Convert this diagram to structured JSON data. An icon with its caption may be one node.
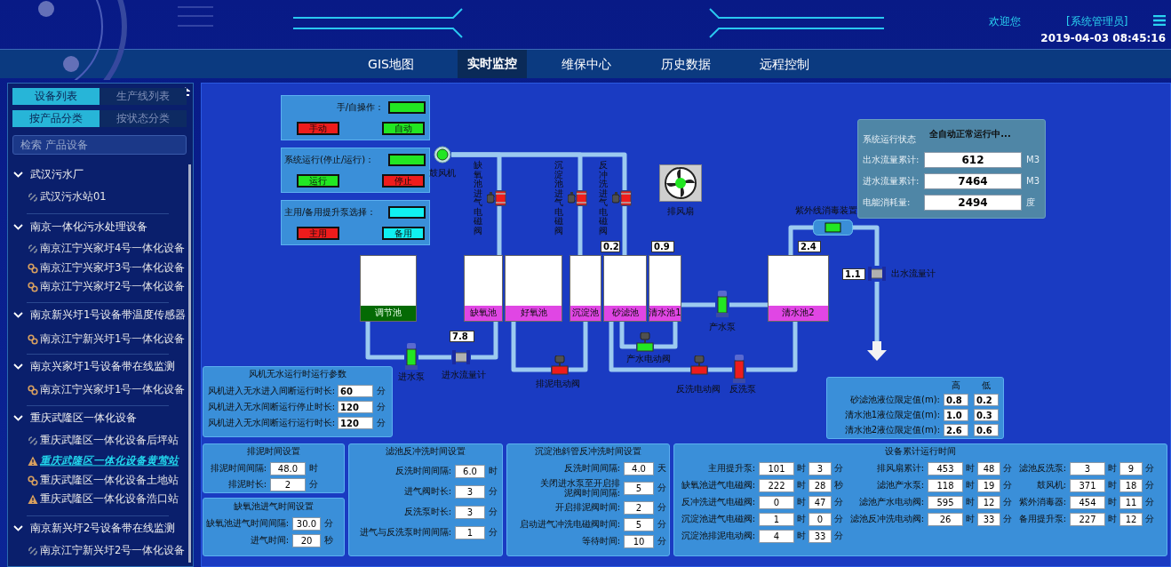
{
  "diagram": {
    "nodes": [
      {
        "text": [
          "调节池"
        ]
      },
      {
        "text": [
          "缺氧池"
        ]
      },
      {
        "text": [
          "好氧池"
        ]
      },
      {
        "text": [
          "沉淀池"
        ]
      },
      {
        "text": [
          "砂滤池"
        ]
      },
      {
        "text": [
          "清水池1"
        ]
      },
      {
        "text": [
          "清水池2"
        ]
      },
      {
        "text": [],
        "shape": "picture",
        "beside": [
          "鼓风机"
        ]
      },
      {
        "text": [],
        "shape": "picture",
        "beside": [
          "缺氧池进气电磁阀"
        ]
      },
      {
        "text": [],
        "shape": "picture",
        "beside": [
          "沉淀池进气电磁阀"
        ]
      },
      {
        "text": [],
        "shape": "picture",
        "beside": [
          "反冲洗进气电磁阀"
        ]
      },
      {
        "text": [],
        "shape": "picture",
        "beside": [
          "排风扇"
        ]
      },
      {
        "text": [],
        "shape": "picture",
        "beside": [
          "进水泵"
        ]
      },
      {
        "text": [],
        "shape": "picture",
        "beside": [
          "进水流量计"
        ]
      },
      {
        "text": [],
        "shape": "picture",
        "beside": [
          "排泥电动阀"
        ]
      },
      {
        "text": [],
        "shape": "picture",
        "beside": [
          "产水电动阀"
        ]
      },
      {
        "text": [],
        "shape": "picture",
        "beside": [
          "产水泵"
        ]
      },
      {
        "text": [],
        "shape": "picture",
        "beside": [
          "反洗电动阀"
        ]
      },
      {
        "text": [],
        "shape": "picture",
        "beside": [
          "反洗泵"
        ]
      },
      {
        "text": [],
        "shape": "picture",
        "beside": [
          "紫外线消毒装置"
        ]
      },
      {
        "text": [],
        "shape": "picture",
        "beside": [
          "出水流量计"
        ]
      }
    ],
    "edges": [
      {
        "from": 0,
        "to": 12,
        "arrow": "none"
      },
      {
        "from": 12,
        "to": 13,
        "arrow": "none"
      },
      {
        "from": 13,
        "to": 1,
        "arrow": "none"
      },
      {
        "from": 2,
        "to": 14,
        "arrow": "none"
      },
      {
        "from": 3,
        "to": 14,
        "arrow": "none"
      },
      {
        "from": 4,
        "to": 15,
        "arrow": "none"
      },
      {
        "from": 15,
        "to": 5,
        "arrow": "none"
      },
      {
        "from": 5,
        "to": 16,
        "arrow": "none"
      },
      {
        "from": 16,
        "to": 6,
        "arrow": "none"
      },
      {
        "from": 6,
        "to": 18,
        "arrow": "none"
      },
      {
        "from": 18,
        "to": 17,
        "arrow": "none"
      },
      {
        "from": 17,
        "to": 4,
        "arrow": "none"
      },
      {
        "from": 6,
        "to": 19,
        "arrow": "none"
      },
      {
        "from": 19,
        "to": 20,
        "arrow": "none"
      },
      {
        "from": 20,
        "to": null,
        "arrow": "to"
      },
      {
        "from": 7,
        "to": 8,
        "arrow": "none"
      },
      {
        "from": 7,
        "to": 9,
        "arrow": "none"
      },
      {
        "from": 7,
        "to": 10,
        "arrow": "none"
      },
      {
        "from": 8,
        "to": 1,
        "arrow": "none"
      },
      {
        "from": 9,
        "to": 3,
        "arrow": "none"
      },
      {
        "from": 10,
        "to": 4,
        "arrow": "none"
      }
    ],
    "labels": [
      "欢迎您",
      "[系统管理员]",
      "2019-04-03 08:45:16",
      "GIS地图",
      "实时监控",
      "维保中心",
      "历史数据",
      "远程控制",
      "设备列表",
      "生产线列表",
      "按产品分类",
      "按状态分类",
      "检索 产品设备",
      "武汉污水厂",
      "武汉污水站01",
      "南京一体化污水处理设备",
      "南京江宁兴家圩4号一体化设备",
      "南京江宁兴家圩3号一体化设备",
      "南京江宁兴家圩2号一体化设备",
      "南京新兴圩1号设备带温度传感器",
      "南京江宁新兴圩1号一体化设备",
      "南京兴家圩1号设备带在线监测",
      "南京江宁兴家圩1号一体化设备",
      "重庆武隆区一体化设备",
      "重庆武隆区一体化设备后坪站",
      "重庆武隆区一体化设备黄莺站",
      "重庆武隆区一体化设备土地站",
      "重庆武隆区一体化设备浩口站",
      "南京新兴圩2号设备带在线监测",
      "南京江宁新兴圩2号一体化设备",
      "手/自操作：",
      "手动",
      "自动",
      "系统运行(停止/运行)：",
      "运行",
      "停止",
      "主用/备用提升泵选择：",
      "主用",
      "备用",
      "7.8",
      "0.2",
      "0.9",
      "2.4",
      "1.1",
      "系统运行状态",
      "全自动正常运行中...",
      "出水流量累计:",
      "612",
      "M3",
      "进水流量累计:",
      "7464",
      "M3",
      "电能消耗量:",
      "2494",
      "度",
      "风机无水运行时运行参数",
      "风机进入无水进入间断运行时长:",
      "60",
      "分",
      "风机进入无水间断运行停止时长:",
      "120",
      "分",
      "风机进入无水间断运行运行时长:",
      "120",
      "分",
      "高",
      "低",
      "砂滤池液位限定值(m):",
      "0.8",
      "0.2",
      "清水池1液位限定值(m):",
      "1.0",
      "0.3",
      "清水池2液位限定值(m):",
      "2.6",
      "0.6",
      "排泥时间设置",
      "排泥时间间隔:",
      "48.0",
      "时",
      "排泥时长:",
      "2",
      "分",
      "缺氧池进气时间设置",
      "缺氧池进气时间间隔:",
      "30.0",
      "分",
      "进气时间:",
      "20",
      "秒",
      "滤池反冲洗时间设置",
      "反洗时间间隔:",
      "6.0",
      "时",
      "进气阀时长:",
      "3",
      "分",
      "反洗泵时长:",
      "3",
      "分",
      "进气与反洗泵时间间隔:",
      "1",
      "分",
      "沉淀池斜管反冲洗时间设置",
      "反洗时间间隔:",
      "4.0",
      "天",
      "关闭进水泵至开启排泥阀时间间隔:",
      "5",
      "分",
      "开启排泥阀时间:",
      "2",
      "分",
      "启动进气冲洗电磁阀时间:",
      "5",
      "分",
      "等待时间:",
      "10",
      "分",
      "设备累计运行时间",
      "主用提升泵:",
      "101",
      "时",
      "3",
      "分",
      "排风扇累计:",
      "453",
      "时",
      "48",
      "分",
      "滤池反洗泵:",
      "3",
      "时",
      "9",
      "分",
      "缺氧池进气电磁阀:",
      "222",
      "时",
      "28",
      "秒",
      "滤池产水泵:",
      "118",
      "时",
      "19",
      "分",
      "鼓风机:",
      "371",
      "时",
      "18",
      "分",
      "反冲洗进气电磁阀:",
      "0",
      "时",
      "47",
      "分",
      "滤池产水电动阀:",
      "595",
      "时",
      "12",
      "分",
      "紫外消毒器:",
      "454",
      "时",
      "11",
      "分",
      "沉淀池进气电磁阀:",
      "1",
      "时",
      "0",
      "分",
      "滤池反冲洗电动阀:",
      "26",
      "时",
      "33",
      "分",
      "备用提升泵:",
      "227",
      "时",
      "12",
      "分",
      "沉淀池排泥电动阀:",
      "4",
      "时",
      "33",
      "分"
    ]
  }
}
